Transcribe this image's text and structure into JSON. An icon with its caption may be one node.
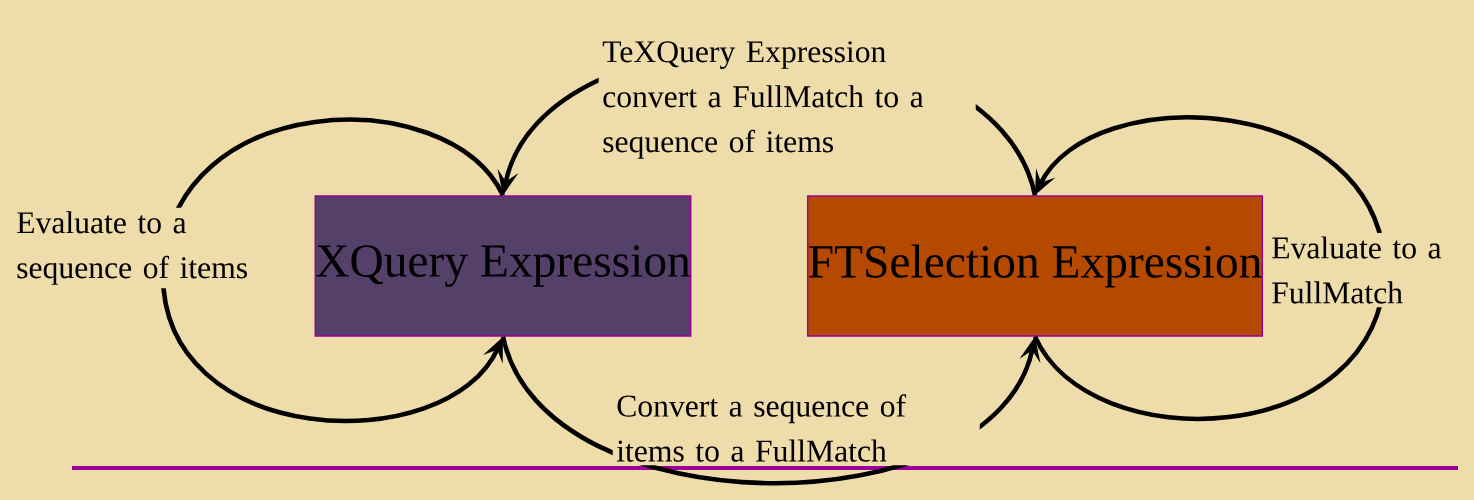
{
  "diagram": {
    "nodes": [
      {
        "text": [
          "XQuery Expression"
        ]
      },
      {
        "text": [
          "FTSelection Expression"
        ]
      }
    ],
    "edges": [
      {
        "from": 0,
        "to": 0,
        "arrow": "to",
        "label": "Evaluate to a sequence of items"
      },
      {
        "from": 1,
        "to": 0,
        "arrow": "to",
        "label": "TeXQuery Expression convert a FullMatch to a sequence of items"
      },
      {
        "from": 0,
        "to": 1,
        "arrow": "to",
        "label": "Convert a sequence of items to a FullMatch"
      },
      {
        "from": 1,
        "to": 1,
        "arrow": "to",
        "label": "Evaluate to a FullMatch"
      }
    ]
  }
}
